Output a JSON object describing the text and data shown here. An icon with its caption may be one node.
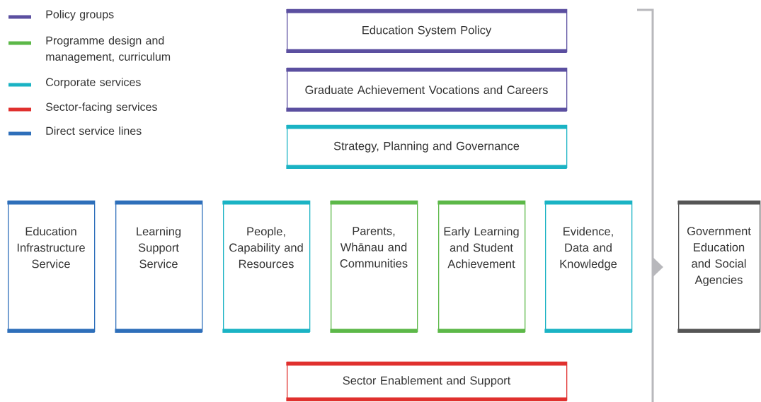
{
  "diagram": {
    "nodes": [
      {
        "text": [
          "Education System Policy"
        ]
      },
      {
        "text": [
          "Graduate Achievement Vocations and Careers"
        ]
      },
      {
        "text": [
          "Strategy, Planning and Governance"
        ]
      },
      {
        "text": [
          "Education Infrastructure Service"
        ]
      },
      {
        "text": [
          "Learning Support Service"
        ]
      },
      {
        "text": [
          "People, Capability and Resources"
        ]
      },
      {
        "text": [
          "Parents, Whānau and Communities"
        ]
      },
      {
        "text": [
          "Early Learning and Student Achievement"
        ]
      },
      {
        "text": [
          "Evidence, Data and Knowledge"
        ]
      },
      {
        "text": [
          "Sector Enablement and Support"
        ]
      },
      {
        "text": [
          "Government Education and Social Agencies"
        ]
      }
    ],
    "edges": [
      {
        "from": null,
        "to": 10,
        "arrow": "to"
      }
    ],
    "legend": [
      {
        "text": "Policy groups",
        "color": "#5b4fa0"
      },
      {
        "text": "Programme design and management, curriculum",
        "color": "#5cb848"
      },
      {
        "text": "Corporate services",
        "color": "#1ab3c4"
      },
      {
        "text": "Sector-facing services",
        "color": "#e0302e"
      },
      {
        "text": "Direct service lines",
        "color": "#2e6fba"
      }
    ]
  }
}
